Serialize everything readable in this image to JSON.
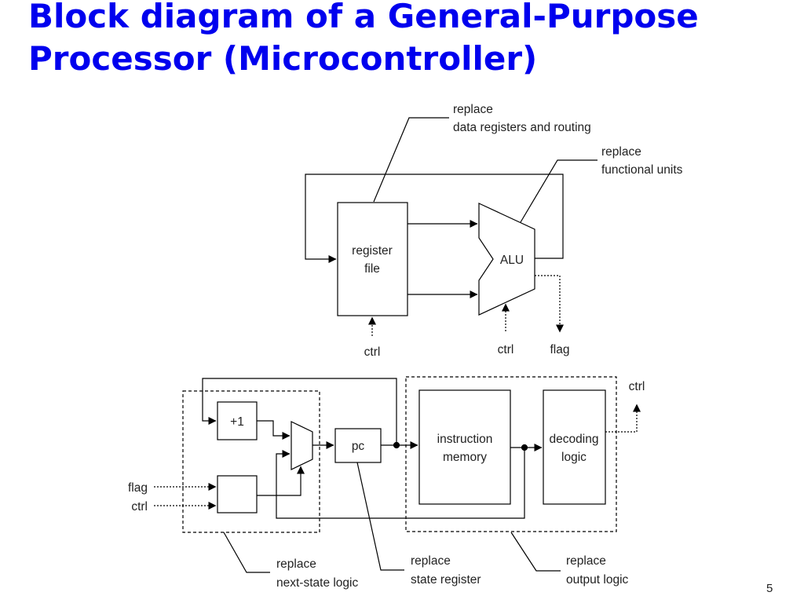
{
  "slide": {
    "title_line1": "Block diagram of a General-Purpose",
    "title_line2": "Processor (Microcontroller)",
    "page_number": "5"
  },
  "diagram": {
    "datapath": {
      "register_file": [
        "register",
        "file"
      ],
      "alu": "ALU",
      "rf_ctrl": "ctrl",
      "alu_ctrl": "ctrl",
      "alu_flag": "flag",
      "note_registers": [
        "replace",
        "data registers and routing"
      ],
      "note_functional_units": [
        "replace",
        "functional units"
      ]
    },
    "controller": {
      "incrementer": "+1",
      "pc": "pc",
      "instruction_memory": [
        "instruction",
        "memory"
      ],
      "decoding_logic": [
        "decoding",
        "logic"
      ],
      "input_flag": "flag",
      "input_ctrl": "ctrl",
      "output_ctrl": "ctrl",
      "note_next_state": [
        "replace",
        "next-state logic"
      ],
      "note_state_register": [
        "replace",
        "state register"
      ],
      "note_output_logic": [
        "replace",
        "output logic"
      ]
    }
  }
}
